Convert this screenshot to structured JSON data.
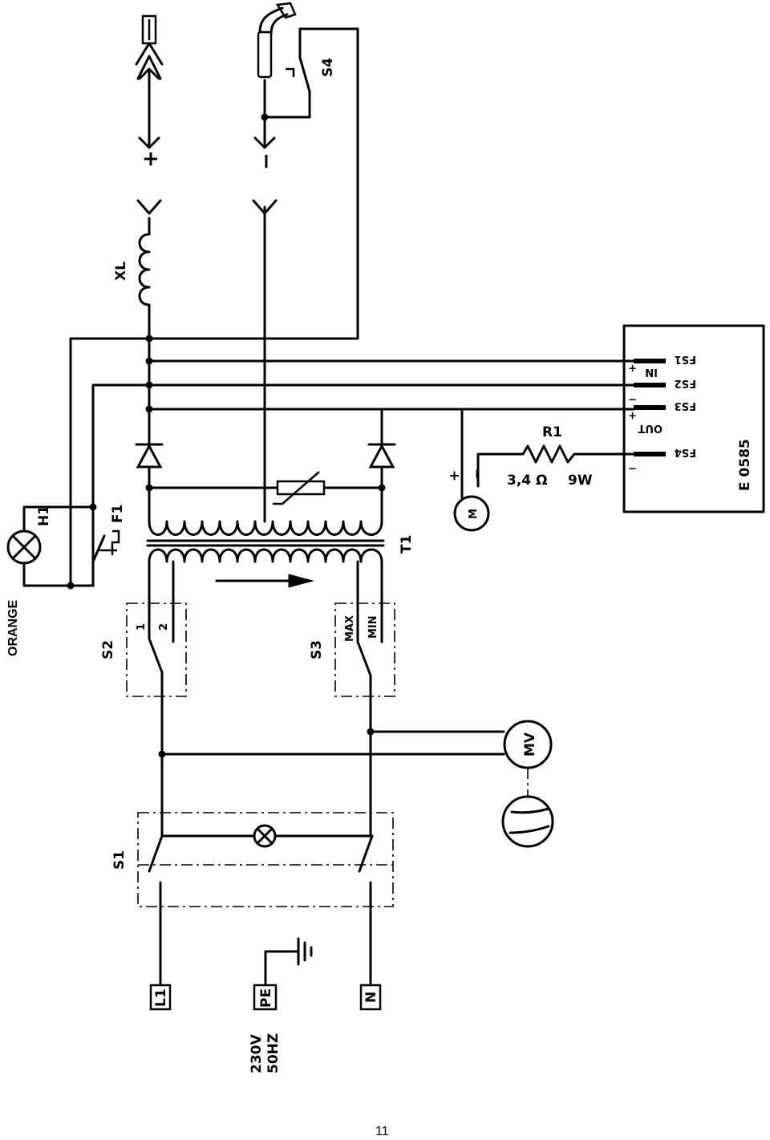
{
  "header": {
    "color_label": "ORANGE"
  },
  "power": {
    "line1": "L1",
    "earth": "PE",
    "neutral": "N",
    "voltage": "230V",
    "frequency": "50HZ"
  },
  "switches": {
    "main": "S1",
    "stage": "S2",
    "stage_pos1": "1",
    "stage_pos2": "2",
    "range": "S3",
    "range_max": "MAX",
    "range_min": "MIN",
    "torch": "S4"
  },
  "components": {
    "lamp": "H1",
    "thermal": "F1",
    "transformer": "T1",
    "choke": "XL",
    "valve_motor": "MV",
    "wire_motor": "M"
  },
  "outputs": {
    "plus": "+",
    "minus": "−"
  },
  "resistor": {
    "name": "R1",
    "value": "3,4 Ω",
    "power": "9W"
  },
  "module": {
    "code": "E 0585",
    "in_label": "IN",
    "out_label": "OUT",
    "terminals": [
      "FS1",
      "FS2",
      "FS3",
      "FS4"
    ],
    "polarities": [
      "+",
      "−",
      "+",
      "−"
    ]
  },
  "motor_terminals": {
    "plus": "+",
    "minus": "−"
  },
  "page": {
    "number": "11"
  }
}
